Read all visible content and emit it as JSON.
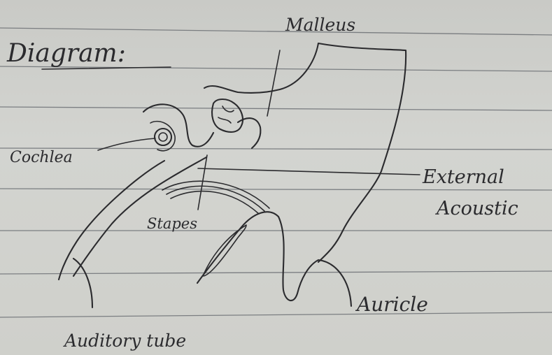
{
  "diagram": {
    "heading": "Diagram:",
    "labels": {
      "malleus": "Malleus",
      "cochlea": "Cochlea",
      "stapes": "Stapes",
      "external_acoustic_line1": "External",
      "external_acoustic_line2": "Acoustic",
      "auricle": "Auricle",
      "auditory_tube": "Auditory tube"
    }
  }
}
